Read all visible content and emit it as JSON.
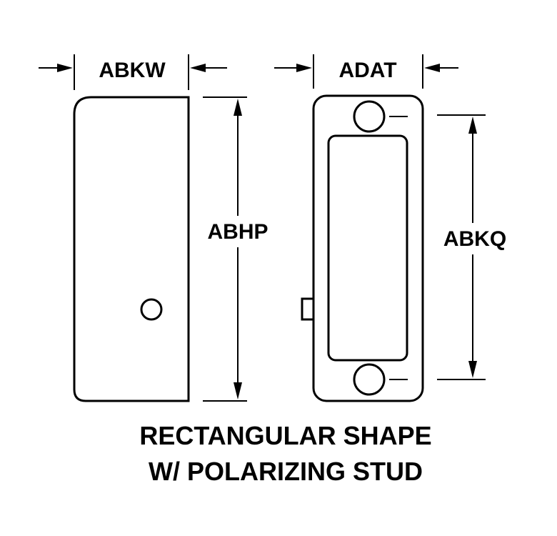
{
  "dimensions": {
    "left_width": "ABKW",
    "left_height": "ABHP",
    "right_width": "ADAT",
    "right_height": "ABKQ"
  },
  "caption": {
    "line1": "RECTANGULAR SHAPE",
    "line2": "W/ POLARIZING STUD"
  }
}
